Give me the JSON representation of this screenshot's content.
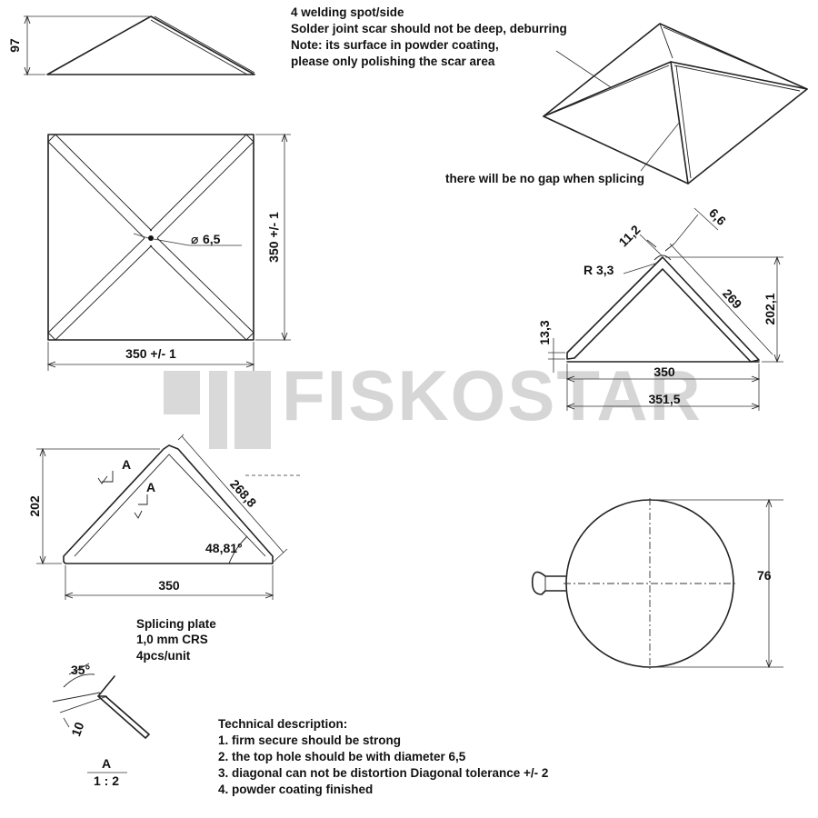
{
  "watermark": {
    "brand": "FISKOSTAR"
  },
  "notes": {
    "top": [
      "4 welding spot/side",
      "Solder joint scar should not be deep, deburring",
      "Note: its surface in powder coating,",
      "please only polishing the scar area"
    ],
    "splicing": "there will be no gap when splicing"
  },
  "dims": {
    "side_height": "97",
    "hole": "6,5",
    "plan_width": "350 +/- 1",
    "plan_height": "350 +/- 1",
    "sec_top_a": "11,2",
    "sec_top_b": "6,6",
    "sec_radius": "R 3,3",
    "sec_edge": "269",
    "sec_height": "202,1",
    "sec_flange": "13,3",
    "sec_inner": "350",
    "sec_outer": "351,5",
    "plate_height": "202",
    "plate_edge": "268,8",
    "plate_angle": "48,81°",
    "plate_base": "350",
    "section_mark": "A",
    "detail_angle": "35°",
    "detail_len": "10",
    "knob_dia": "76"
  },
  "plate_info": [
    "Splicing plate",
    "1,0 mm CRS",
    "4pcs/unit"
  ],
  "detail_label": {
    "name": "A",
    "scale": "1 : 2"
  },
  "tech": {
    "title": "Technical description:",
    "items": [
      "1. firm secure should be strong",
      "2. the top hole should be with diameter 6,5",
      "3. diagonal can not be distortion Diagonal tolerance +/- 2",
      "4. powder coating finished"
    ]
  }
}
